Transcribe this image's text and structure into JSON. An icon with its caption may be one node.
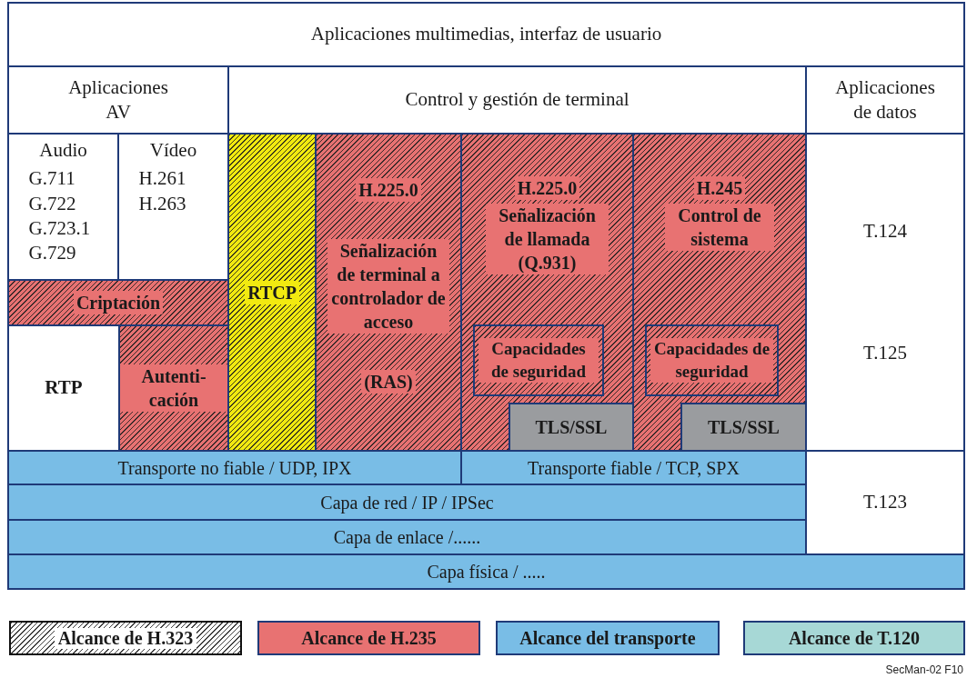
{
  "diagram": {
    "nodes": [
      {
        "text": [
          "Aplicaciones multimedias, interfaz de usuario"
        ]
      },
      {
        "text": [
          "Aplicaciones AV"
        ]
      },
      {
        "text": [
          "Control y gestión de terminal"
        ]
      },
      {
        "text": [
          "Aplicaciones de datos"
        ]
      },
      {
        "text": [
          "Audio",
          "G.711 G.722 G.723.1 G.729"
        ]
      },
      {
        "text": [
          "Vídeo",
          "H.261 H.263"
        ]
      },
      {
        "text": [
          "Criptación"
        ]
      },
      {
        "text": [
          "RTP"
        ]
      },
      {
        "text": [
          "Autenti- cación"
        ]
      },
      {
        "text": [
          "RTCP"
        ]
      },
      {
        "text": [
          "H.225.0",
          "Señalización de terminal a controlador de acceso",
          "(RAS)"
        ]
      },
      {
        "text": [
          "H.225.0",
          "Señalización de llamada (Q.931)"
        ]
      },
      {
        "text": [
          "Capacidades de seguridad"
        ],
        "in": 11
      },
      {
        "text": [
          "TLS/SSL"
        ],
        "in": 11
      },
      {
        "text": [
          "H.245",
          "Control de sistema"
        ]
      },
      {
        "text": [
          "Capacidades de seguridad"
        ],
        "in": 14
      },
      {
        "text": [
          "TLS/SSL"
        ],
        "in": 14
      },
      {
        "text": [
          "T.124",
          "T.125"
        ]
      },
      {
        "text": [
          "Transporte no fiable / UDP, IPX"
        ]
      },
      {
        "text": [
          "Transporte fiable / TCP, SPX"
        ]
      },
      {
        "text": [
          "Capa de red / IP / IPSec"
        ]
      },
      {
        "text": [
          "Capa de enlace /......"
        ]
      },
      {
        "text": [
          "T.123"
        ]
      },
      {
        "text": [
          "Capa física / ....."
        ]
      }
    ],
    "labels": [
      "SecMan-02 F10"
    ],
    "legend": [
      {
        "text": "Alcance de H.323"
      },
      {
        "text": "Alcance de H.235",
        "color": "#e87272"
      },
      {
        "text": "Alcance del transporte",
        "color": "#79bde6"
      },
      {
        "text": "Alcance de T.120",
        "color": "#a7d8d6"
      }
    ]
  }
}
